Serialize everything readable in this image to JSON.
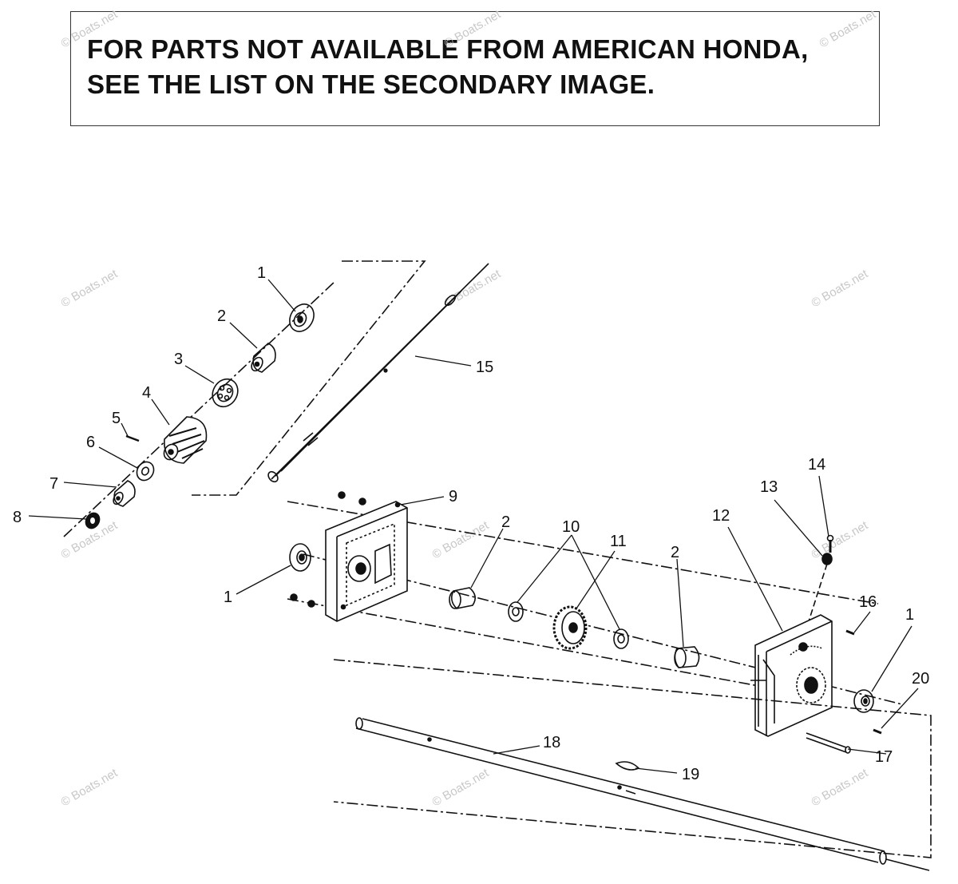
{
  "notice": {
    "line1": "FOR PARTS NOT AVAILABLE FROM AMERICAN HONDA,",
    "line2": "SEE THE LIST ON THE SECONDARY IMAGE."
  },
  "watermark": "© Boats.net",
  "callouts": {
    "c1a": "1",
    "c2a": "2",
    "c3": "3",
    "c4": "4",
    "c5": "5",
    "c6": "6",
    "c7": "7",
    "c8": "8",
    "c15": "15",
    "c9": "9",
    "c1b": "1",
    "c2b": "2",
    "c10": "10",
    "c11": "11",
    "c2c": "2",
    "c12": "12",
    "c13": "13",
    "c14": "14",
    "c16": "16",
    "c1c": "1",
    "c20": "20",
    "c17": "17",
    "c18": "18",
    "c19": "19"
  },
  "colors": {
    "ink": "#111111",
    "watermark": "#c8c8c8"
  }
}
